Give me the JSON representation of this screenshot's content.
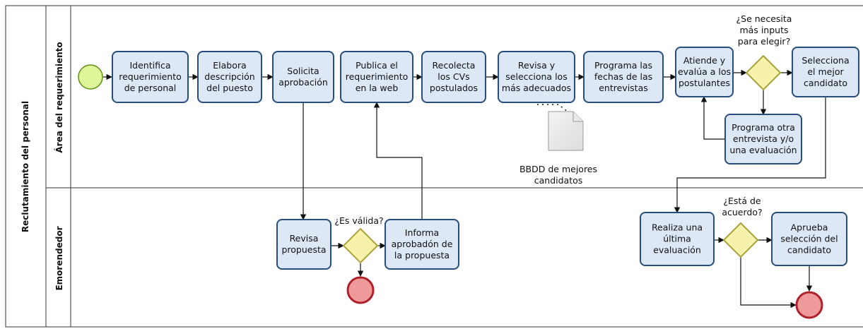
{
  "pool": {
    "title": "Reclutamiento del personal"
  },
  "lanes": [
    {
      "id": "area",
      "title": "Área del requerimiento"
    },
    {
      "id": "emprendedor",
      "title": "Emorendedor"
    }
  ],
  "tasks": [
    {
      "id": "t1",
      "lines": [
        "Identifica",
        "requerimiento",
        "de personal"
      ]
    },
    {
      "id": "t2",
      "lines": [
        "Elabora",
        "descripción",
        "del puesto"
      ]
    },
    {
      "id": "t3",
      "lines": [
        "Solicita",
        "aprobación"
      ]
    },
    {
      "id": "t4",
      "lines": [
        "Publica el",
        "requerimiento",
        "en la web"
      ]
    },
    {
      "id": "t5",
      "lines": [
        "Recolecta",
        "los CVs",
        "postulados"
      ]
    },
    {
      "id": "t6",
      "lines": [
        "Revisa y",
        "selecciona los",
        "más adecuados"
      ]
    },
    {
      "id": "t7",
      "lines": [
        "Programa las",
        "fechas de las",
        "entrevistas"
      ]
    },
    {
      "id": "t8",
      "lines": [
        "Atiende y",
        "evalúa a los",
        "postulantes"
      ]
    },
    {
      "id": "t9",
      "lines": [
        "Selecciona",
        "el mejor",
        "candidato"
      ]
    },
    {
      "id": "t10",
      "lines": [
        "Programa otra",
        "entrevista y/o",
        "una evaluación"
      ]
    },
    {
      "id": "t11",
      "lines": [
        "Revisa",
        "propuesta"
      ]
    },
    {
      "id": "t12",
      "lines": [
        "Informa",
        "aprobadón de",
        "la propuesta"
      ]
    },
    {
      "id": "t13",
      "lines": [
        "Realiza una",
        "última",
        "evaluación"
      ]
    },
    {
      "id": "t14",
      "lines": [
        "Aprueba",
        "selección del",
        "candidato"
      ]
    }
  ],
  "gateways": [
    {
      "id": "g1",
      "lines": [
        "¿Se necesita",
        "más inputs",
        "para elegir?"
      ]
    },
    {
      "id": "g2",
      "lines": [
        "¿Es válida?"
      ]
    },
    {
      "id": "g3",
      "lines": [
        "¿Está de",
        "acuerdo?"
      ]
    }
  ],
  "data_object": {
    "lines": [
      "BBDD de mejores",
      "candidatos"
    ]
  },
  "colors": {
    "task_fill": "#dde8f6",
    "task_stroke": "#264d7c",
    "start_fill": "#dff59a",
    "start_stroke": "#5e8e12",
    "end_fill": "#ef9a9a",
    "end_stroke": "#b0202a",
    "gateway_fill": "#f7f2ab",
    "gateway_stroke": "#a9a33c"
  }
}
